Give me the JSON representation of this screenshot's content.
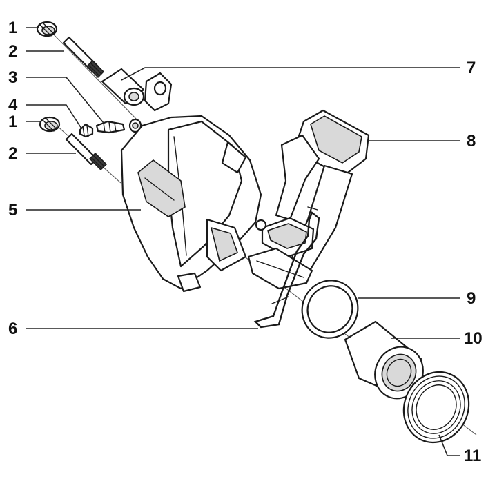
{
  "callouts": [
    {
      "id": "c1a",
      "label": "1"
    },
    {
      "id": "c2a",
      "label": "2"
    },
    {
      "id": "c3",
      "label": "3"
    },
    {
      "id": "c4",
      "label": "4"
    },
    {
      "id": "c1b",
      "label": "1"
    },
    {
      "id": "c2b",
      "label": "2"
    },
    {
      "id": "c5",
      "label": "5"
    },
    {
      "id": "c6",
      "label": "6"
    },
    {
      "id": "c7",
      "label": "7"
    },
    {
      "id": "c8",
      "label": "8"
    },
    {
      "id": "c9",
      "label": "9"
    },
    {
      "id": "c10",
      "label": "10"
    },
    {
      "id": "c11",
      "label": "11"
    }
  ],
  "colors": {
    "ink": "#1a1a1a",
    "background": "#ffffff",
    "shade": "#d9d9d9"
  }
}
